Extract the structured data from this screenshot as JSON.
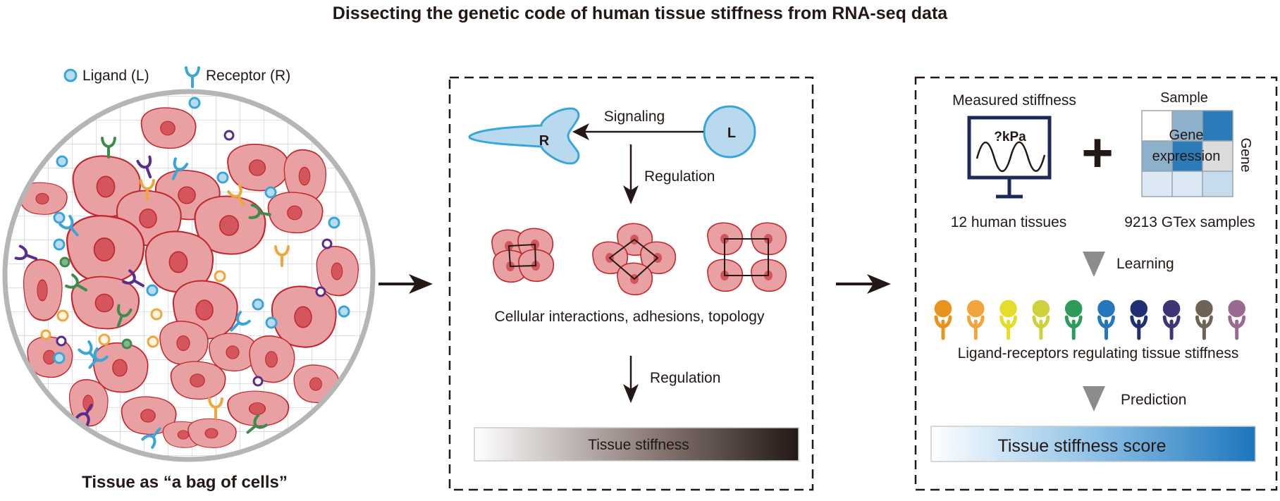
{
  "title": "Dissecting the genetic code of human tissue stiffness from RNA-seq data",
  "left_panel": {
    "legend_ligand": "Ligand (L)",
    "legend_receptor": "Receptor (R)",
    "caption": "Tissue as “a bag of cells”"
  },
  "middle_panel": {
    "receptor_letter": "R",
    "ligand_letter": "L",
    "signaling_label": "Signaling",
    "regulation_label_1": "Regulation",
    "interactions_label": "Cellular interactions, adhesions, topology",
    "regulation_label_2": "Regulation",
    "stiffness_bar_label": "Tissue stiffness"
  },
  "right_panel": {
    "measured_label": "Measured stiffness",
    "monitor_text": "?kPa",
    "tissues_label": "12 human tissues",
    "plus_sign": "+",
    "sample_label": "Sample",
    "gene_label": "Gene",
    "heatmap_text_1": "Gene",
    "heatmap_text_2": "expression",
    "samples_label": "9213 GTex samples",
    "learning_label": "Learning",
    "lr_label": "Ligand-receptors regulating tissue stiffness",
    "prediction_label": "Prediction",
    "score_label": "Tissue stiffness score"
  },
  "colors": {
    "cell_fill": "#E8A0A2",
    "cell_stroke": "#C0272D",
    "nucleus": "#D4555B",
    "ligand_blue": "#3AA6D8",
    "monitor_navy": "#1B2A5A",
    "score_blue": "#1C75BC",
    "lr_colors": [
      "#E8931E",
      "#F0A63C",
      "#E6DC2A",
      "#CFD13A",
      "#2E9B5A",
      "#2477BB",
      "#1F2F72",
      "#3F3476",
      "#6E6354",
      "#9A6A93"
    ]
  }
}
